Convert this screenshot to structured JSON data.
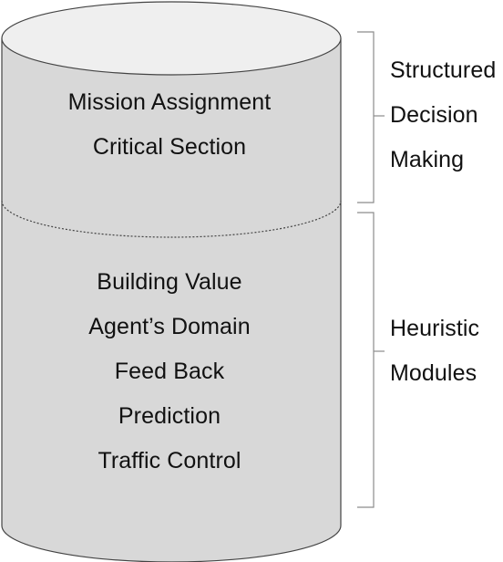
{
  "cylinder": {
    "top_layer_items": [
      "Mission Assignment",
      "Critical Section"
    ],
    "bottom_layer_items": [
      "Building Value",
      "Agent’s Domain",
      "Feed Back",
      "Prediction",
      "Traffic Control"
    ]
  },
  "brackets": {
    "upper_label_lines": [
      "Structured",
      "Decision",
      "Making"
    ],
    "lower_label_lines": [
      "Heuristic",
      "Modules"
    ]
  },
  "colors": {
    "cylinder_fill": "#d8d8d8",
    "cylinder_top": "#efefef",
    "outline": "#444444",
    "bracket": "#8c8c8c"
  }
}
